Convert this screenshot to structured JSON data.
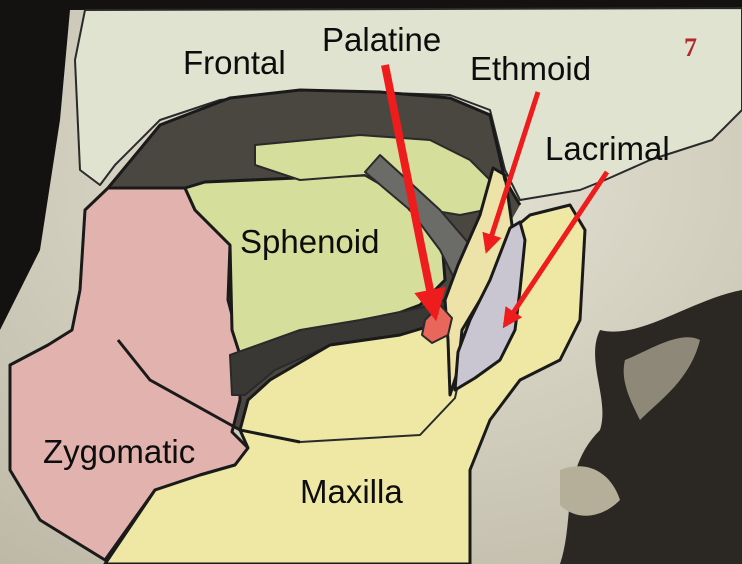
{
  "labels": {
    "frontal": "Frontal",
    "palatine": "Palatine",
    "ethmoid": "Ethmoid",
    "lacrimal": "Lacrimal",
    "sphenoid": "Sphenoid",
    "zygomatic": "Zygomatic",
    "maxilla": "Maxilla"
  },
  "page_number": "7",
  "colors": {
    "frontal": "#dfe3cf",
    "sphenoid": "#d5de9a",
    "zygomatic": "#e2b3ae",
    "maxilla": "#eee8a4",
    "ethmoid": "#ede3a8",
    "lacrimal": "#c9c6d2",
    "palatine": "#e9665a",
    "arrow": "#ee1c1c",
    "orbit_shadow": "#4a4740",
    "page_number": "#b3262a"
  }
}
